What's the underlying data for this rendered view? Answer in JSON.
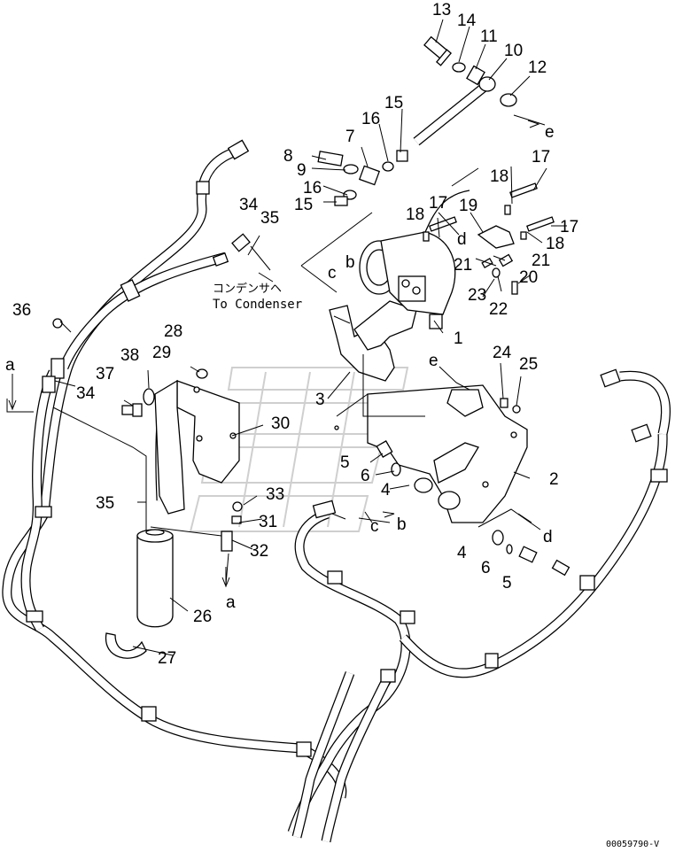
{
  "diagram": {
    "part_numbers": [
      "1",
      "2",
      "3",
      "4",
      "4",
      "5",
      "5",
      "6",
      "6",
      "7",
      "8",
      "9",
      "10",
      "11",
      "12",
      "13",
      "14",
      "15",
      "15",
      "16",
      "16",
      "17",
      "17",
      "17",
      "18",
      "18",
      "18",
      "19",
      "20",
      "21",
      "21",
      "22",
      "23",
      "24",
      "25",
      "26",
      "27",
      "28",
      "29",
      "30",
      "31",
      "32",
      "33",
      "34",
      "34",
      "35",
      "35",
      "36",
      "37",
      "38"
    ],
    "connection_letters": [
      "a",
      "a",
      "b",
      "b",
      "c",
      "c",
      "d",
      "d",
      "e",
      "e"
    ],
    "condenser_note": {
      "japanese": "コンデンサヘ",
      "english": "To Condenser"
    },
    "drawing_code": "00059790-V"
  }
}
